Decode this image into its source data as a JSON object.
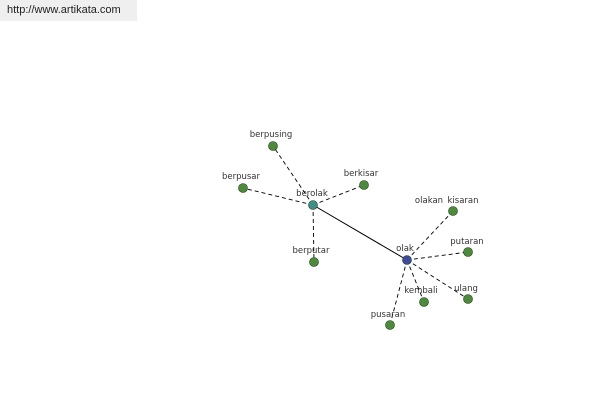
{
  "site_url": "http://www.artikata.com",
  "colors": {
    "leaf_node": "#4e8a3c",
    "hub_berolak": "#3f8f88",
    "hub_olak": "#3c4c9a",
    "edge": "#000000"
  },
  "graph": {
    "nodes": [
      {
        "id": "berolak",
        "label": "berolak",
        "kind": "hub-berolak"
      },
      {
        "id": "olak",
        "label": "olak",
        "kind": "hub-olak"
      },
      {
        "id": "berpusing",
        "label": "berpusing",
        "kind": "leaf"
      },
      {
        "id": "berpusar",
        "label": "berpusar",
        "kind": "leaf"
      },
      {
        "id": "berkisar",
        "label": "berkisar",
        "kind": "leaf"
      },
      {
        "id": "berputar",
        "label": "berputar",
        "kind": "leaf"
      },
      {
        "id": "olakan",
        "label": "olakan",
        "kind": "leaf"
      },
      {
        "id": "kisaran",
        "label": "kisaran",
        "kind": "leaf"
      },
      {
        "id": "putaran",
        "label": "putaran",
        "kind": "leaf"
      },
      {
        "id": "ulang",
        "label": "ulang",
        "kind": "leaf"
      },
      {
        "id": "kembali",
        "label": "kembali",
        "kind": "leaf"
      },
      {
        "id": "pusaran",
        "label": "pusaran",
        "kind": "leaf"
      }
    ],
    "edges": [
      {
        "from": "berolak",
        "to": "olak",
        "style": "solid"
      },
      {
        "from": "berolak",
        "to": "berpusing",
        "style": "dashed"
      },
      {
        "from": "berolak",
        "to": "berpusar",
        "style": "dashed"
      },
      {
        "from": "berolak",
        "to": "berkisar",
        "style": "dashed"
      },
      {
        "from": "berolak",
        "to": "berputar",
        "style": "dashed"
      },
      {
        "from": "olak",
        "to": "kisaran",
        "style": "dashed"
      },
      {
        "from": "olak",
        "to": "putaran",
        "style": "dashed"
      },
      {
        "from": "olak",
        "to": "ulang",
        "style": "dashed"
      },
      {
        "from": "olak",
        "to": "kembali",
        "style": "dashed"
      },
      {
        "from": "olak",
        "to": "pusaran",
        "style": "dashed"
      }
    ]
  }
}
